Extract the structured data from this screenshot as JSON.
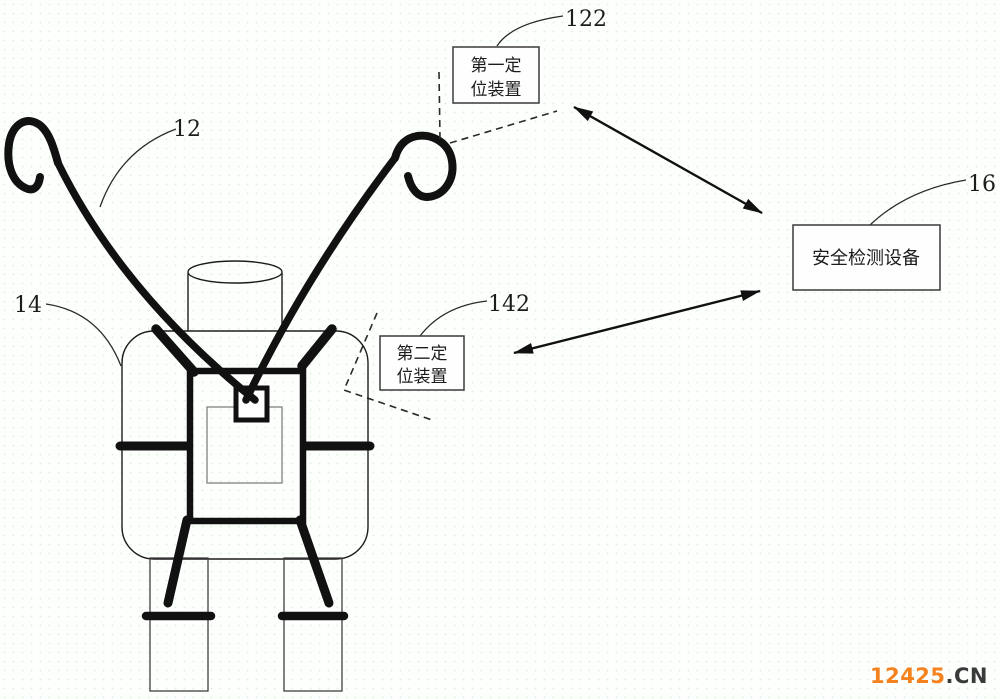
{
  "colors": {
    "ink": "#1c1c1c",
    "box_border": "#3a3a3a",
    "background": "#fdfffd",
    "watermark_orange": "#f5821f",
    "watermark_dark": "#3a3a3a"
  },
  "labels": {
    "lanyard_ref": "12",
    "harness_ref": "14",
    "first_positioner_ref": "122",
    "second_positioner_ref": "142",
    "detector_ref": "16"
  },
  "boxes": {
    "first_positioner": {
      "line1": "第一定",
      "line2": "位装置"
    },
    "second_positioner": {
      "line1": "第二定",
      "line2": "位装置"
    },
    "detector": {
      "label": "安全检测设备"
    }
  },
  "watermark": {
    "number": "12425",
    "tld": ".CN"
  }
}
